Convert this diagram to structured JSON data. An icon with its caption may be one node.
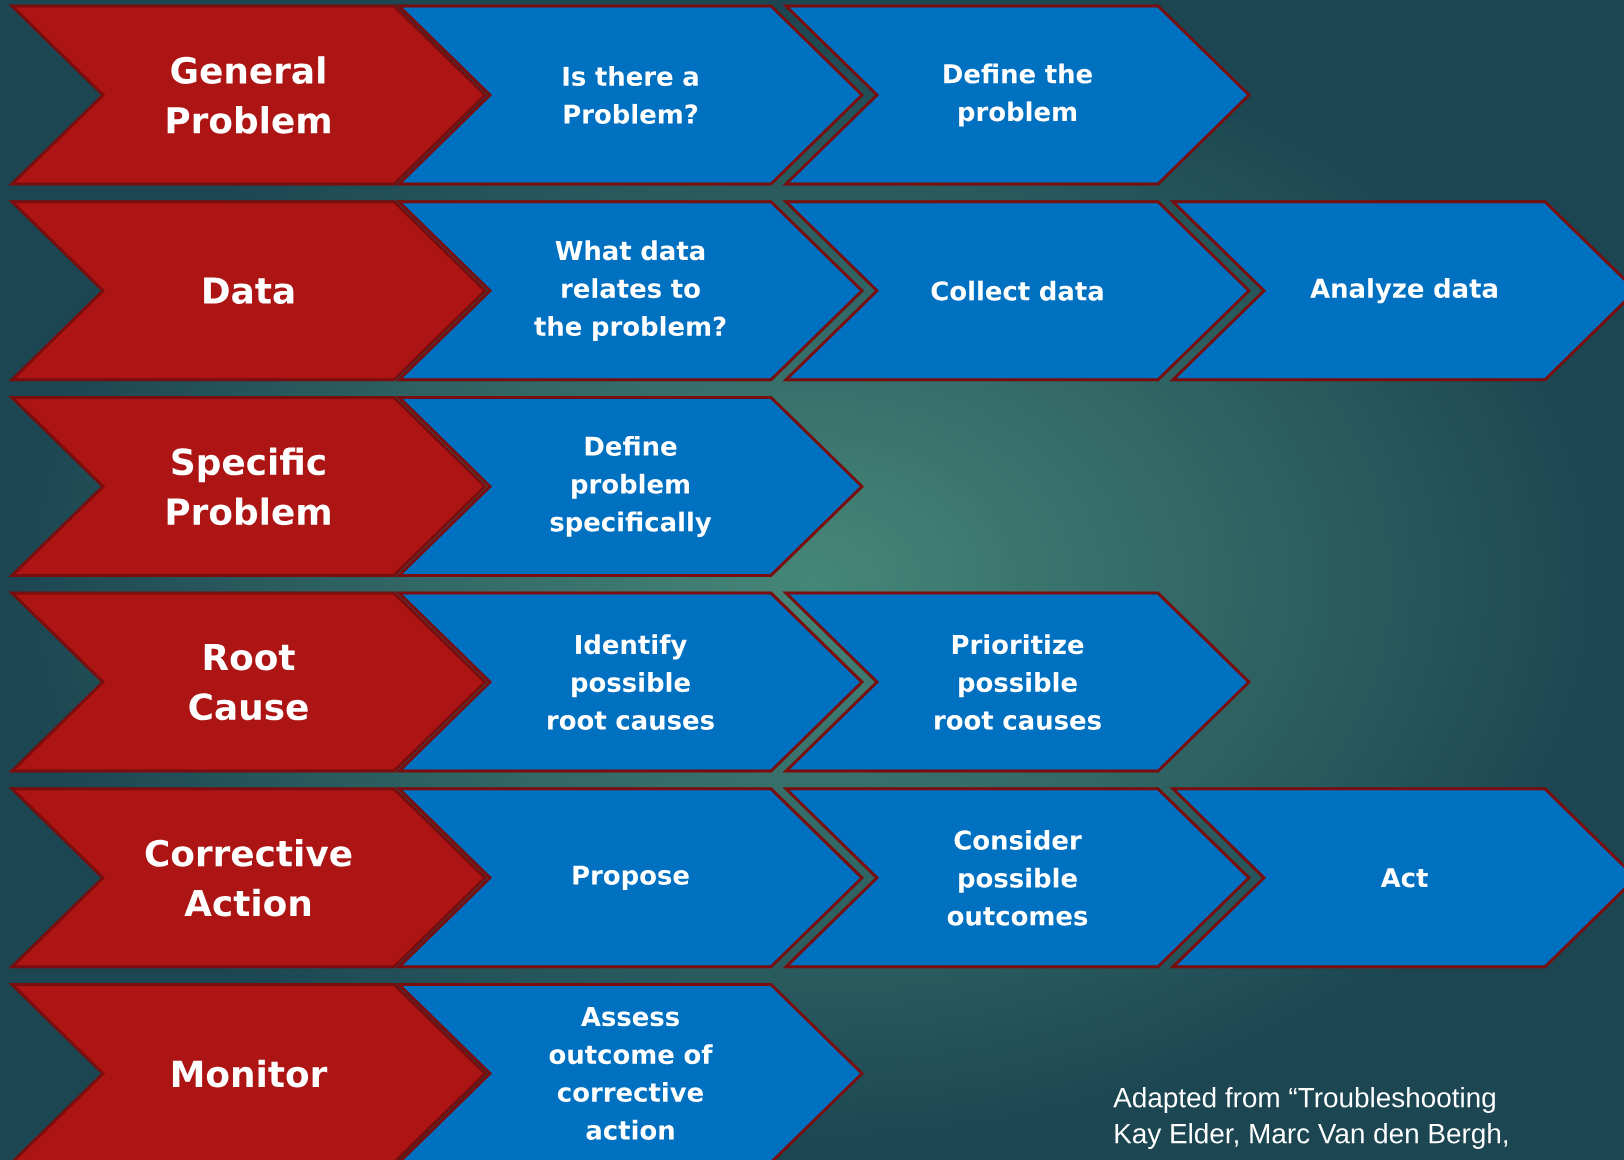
{
  "diagram": {
    "nodes": [
      {
        "text": [
          "General Problem"
        ]
      },
      {
        "text": [
          "Is there a Problem?"
        ]
      },
      {
        "text": [
          "Define the problem"
        ]
      },
      {
        "text": [
          "Data"
        ]
      },
      {
        "text": [
          "What data relates to the problem?"
        ]
      },
      {
        "text": [
          "Collect data"
        ]
      },
      {
        "text": [
          "Analyze data"
        ]
      },
      {
        "text": [
          "Specific Problem"
        ]
      },
      {
        "text": [
          "Define problem specifically"
        ]
      },
      {
        "text": [
          "Root Cause"
        ]
      },
      {
        "text": [
          "Identify possible root causes"
        ]
      },
      {
        "text": [
          "Prioritize possible root causes"
        ]
      },
      {
        "text": [
          "Corrective Action"
        ]
      },
      {
        "text": [
          "Propose"
        ]
      },
      {
        "text": [
          "Consider possible outcomes"
        ]
      },
      {
        "text": [
          "Act"
        ]
      },
      {
        "text": [
          "Monitor"
        ]
      },
      {
        "text": [
          "Assess outcome of corrective action"
        ]
      }
    ],
    "labels": [
      "Adapted from “Troubleshooting",
      "Kay Elder, Marc Van den Bergh,"
    ]
  }
}
